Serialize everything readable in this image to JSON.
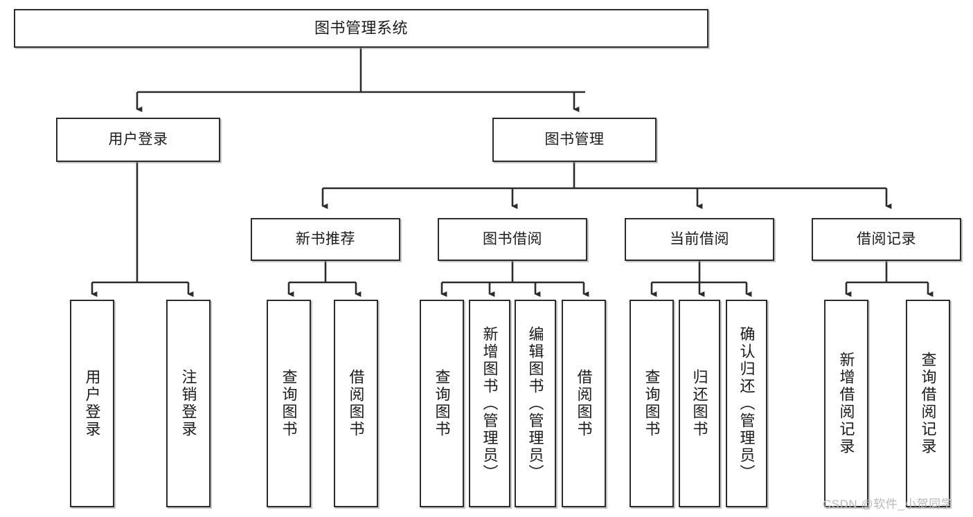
{
  "diagram": {
    "title": "图书管理系统",
    "type": "tree",
    "orientation": "top-down",
    "colors": {
      "box_border": "#2b2b2b",
      "box_fill": "#ffffff",
      "edge": "#2b2b2b",
      "text": "#1b1b1b",
      "watermark": "#b9b9b9",
      "background": "#ffffff"
    },
    "nodes": {
      "root": {
        "label": "图书管理系统"
      },
      "level2": [
        {
          "id": "user-login",
          "label": "用户登录"
        },
        {
          "id": "book-manage",
          "label": "图书管理"
        }
      ],
      "level3": [
        {
          "id": "new-book-rec",
          "label": "新书推荐"
        },
        {
          "id": "book-borrow",
          "label": "图书借阅"
        },
        {
          "id": "current-borrow",
          "label": "当前借阅"
        },
        {
          "id": "borrow-record",
          "label": "借阅记录"
        }
      ],
      "leaves": {
        "user-login": [
          {
            "id": "leaf-user-login",
            "label": "用户登录"
          },
          {
            "id": "leaf-logout-login",
            "label": "注销登录"
          }
        ],
        "new-book-rec": [
          {
            "id": "leaf-query-book-1",
            "label": "查询图书"
          },
          {
            "id": "leaf-borrow-book-1",
            "label": "借阅图书"
          }
        ],
        "book-borrow": [
          {
            "id": "leaf-query-book-2",
            "label": "查询图书"
          },
          {
            "id": "leaf-add-book",
            "label": "新增图书（管理员）"
          },
          {
            "id": "leaf-edit-book",
            "label": "编辑图书（管理员）"
          },
          {
            "id": "leaf-borrow-book-2",
            "label": "借阅图书"
          }
        ],
        "current-borrow": [
          {
            "id": "leaf-query-book-3",
            "label": "查询图书"
          },
          {
            "id": "leaf-return-book",
            "label": "归还图书"
          },
          {
            "id": "leaf-confirm-return",
            "label": "确认归还（管理员）"
          }
        ],
        "borrow-record": [
          {
            "id": "leaf-add-record",
            "label": "新增借阅记录"
          },
          {
            "id": "leaf-query-record",
            "label": "查询借阅记录"
          }
        ]
      }
    },
    "watermark": "CSDN @软件_小贺同学"
  }
}
